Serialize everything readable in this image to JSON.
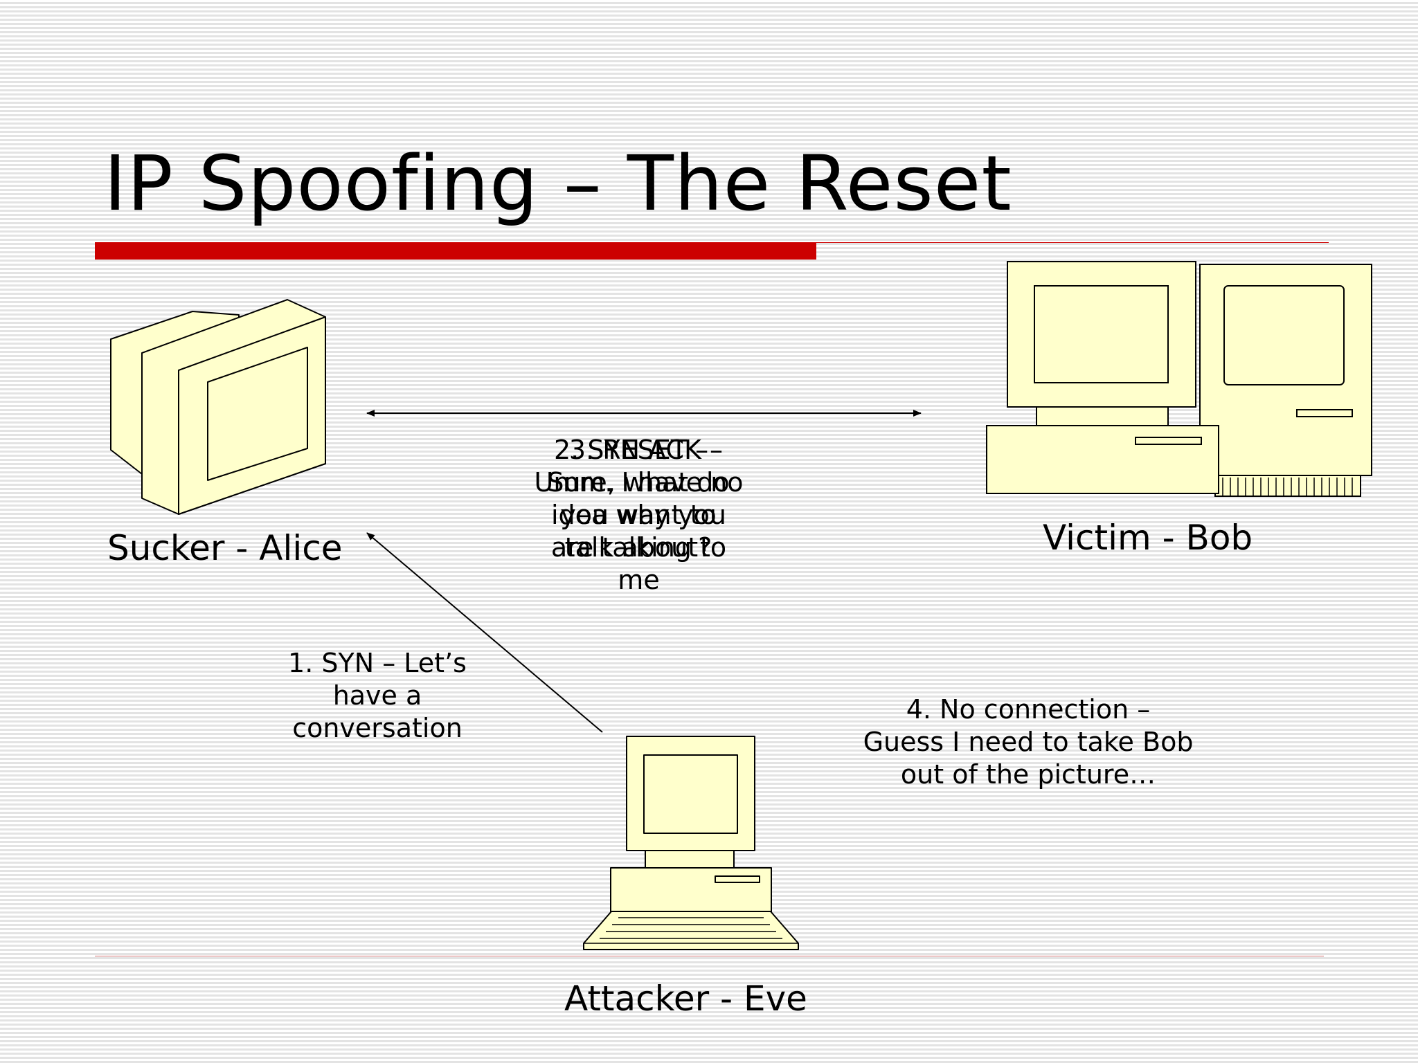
{
  "slide": {
    "title": "IP Spoofing – The Reset"
  },
  "nodes": {
    "alice": "Sucker - Alice",
    "bob": "Victim - Bob",
    "eve": "Attacker - Eve"
  },
  "messages": {
    "syn": "1. SYN – Let’s have a conversation",
    "syn_ack": "2. SYN ACK – Sure, what do you want to talk about?",
    "reset": "3. RESET – Umm. I have no idea why you are talking to me",
    "no_connection": "4. No connection – Guess I need to take Bob out of the picture…"
  },
  "icons": {
    "alice": "crt-monitor-icon",
    "bob": "desktop-computer-icon",
    "eve": "personal-computer-icon"
  },
  "colors": {
    "accent": "#cc0000",
    "device_fill": "#ffffcc",
    "stripe": "#e3e3e3"
  }
}
